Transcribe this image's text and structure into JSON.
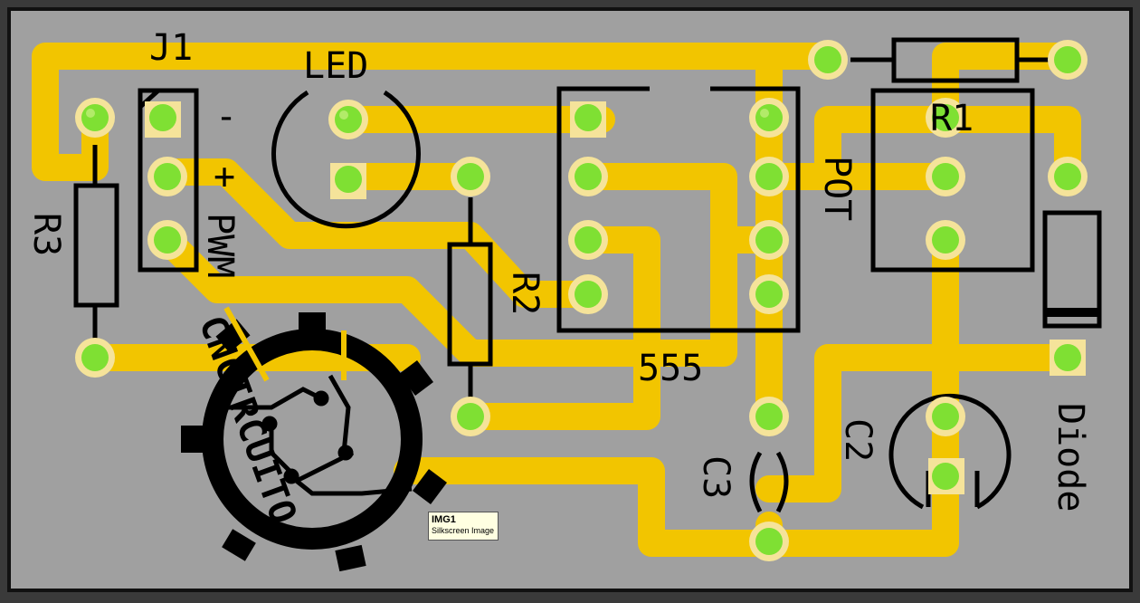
{
  "colors": {
    "background": "#3a3a3a",
    "board": "#a0a0a0",
    "board_edge": "#111111",
    "trace": "#f2c500",
    "pad_ring": "#f5e39a",
    "pad_center": "#7fe033",
    "silkscreen": "#000000"
  },
  "silkscreen": {
    "j1": "J1",
    "led": "LED",
    "minus": "-",
    "plus": "+",
    "pwm": "PWM",
    "r3": "R3",
    "r2": "R2",
    "ic": "555",
    "pot": "POT",
    "r1": "R1",
    "c2": "C2",
    "c3": "C3",
    "diode": "Diode",
    "logo": "CNCIRCUITO"
  },
  "tooltip": {
    "name": "IMG1",
    "type": "Silkscreen Image"
  }
}
